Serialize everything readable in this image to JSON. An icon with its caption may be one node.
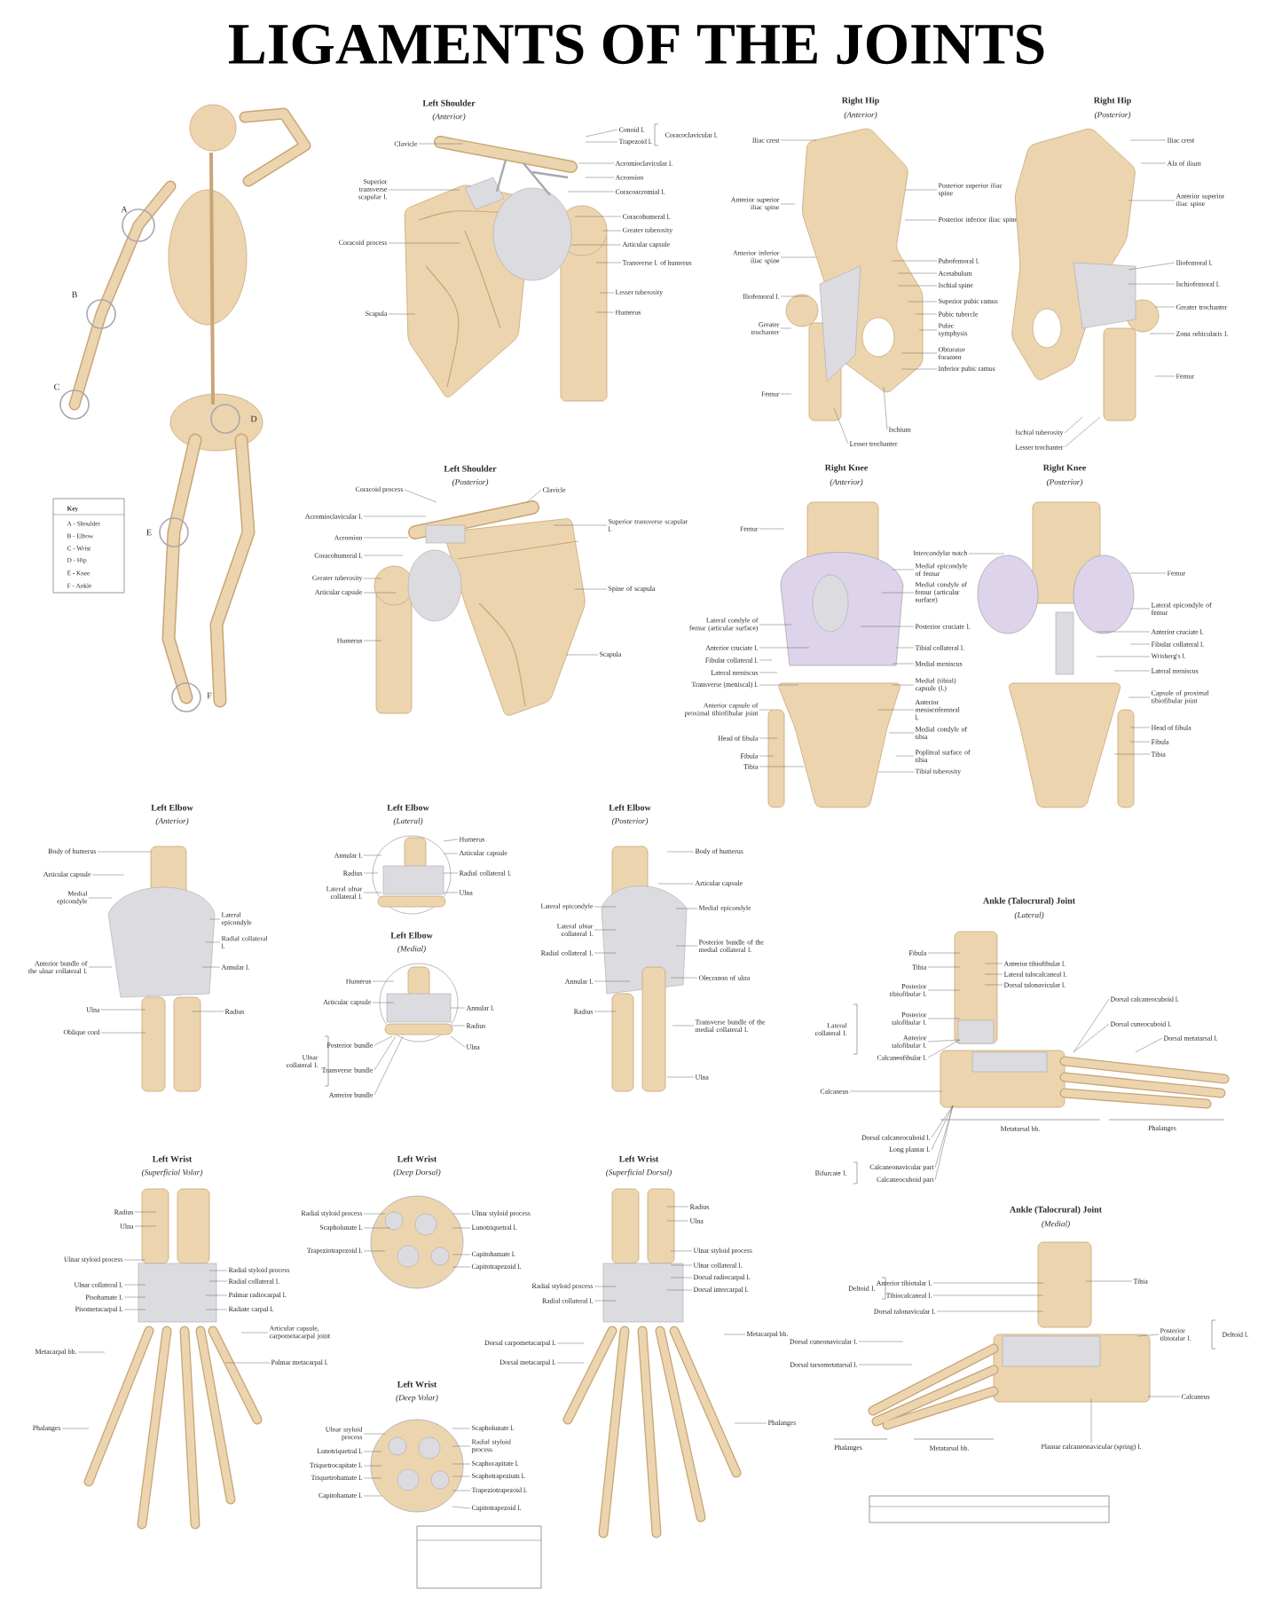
{
  "diagram": {
    "title": "LIGAMENTS OF THE JOINTS",
    "nodes": [
      {
        "text": [
          "Clavicle"
        ]
      },
      {
        "text": [
          "Conoid l."
        ]
      },
      {
        "text": [
          "Trapezoid l."
        ]
      },
      {
        "text": [
          "Acromioclavicular l."
        ]
      },
      {
        "text": [
          "Acromion"
        ]
      },
      {
        "text": [
          "Coracoacromial l."
        ]
      },
      {
        "text": [
          "Coracohumeral l."
        ]
      },
      {
        "text": [
          "Greater tuberosity"
        ]
      },
      {
        "text": [
          "Articular capsule"
        ]
      },
      {
        "text": [
          "Transverse l. of humerus"
        ]
      },
      {
        "text": [
          "Lesser tuberosity"
        ]
      },
      {
        "text": [
          "Humerus"
        ]
      },
      {
        "text": [
          "Superior transverse scapular l."
        ]
      },
      {
        "text": [
          "Coracoid process"
        ]
      },
      {
        "text": [
          "Scapula"
        ]
      },
      {
        "text": [
          "Iliac crest"
        ]
      },
      {
        "text": [
          "Anterior superior iliac spine"
        ]
      },
      {
        "text": [
          "Anterior inferior iliac spine"
        ]
      },
      {
        "text": [
          "Iliofemoral l."
        ]
      },
      {
        "text": [
          "Greater trochanter"
        ]
      },
      {
        "text": [
          "Femur"
        ]
      },
      {
        "text": [
          "Posterior superior iliac spine"
        ]
      },
      {
        "text": [
          "Posterior inferior iliac spine"
        ]
      },
      {
        "text": [
          "Pubofemoral l."
        ]
      },
      {
        "text": [
          "Acetabulum"
        ]
      },
      {
        "text": [
          "Ischial spine"
        ]
      },
      {
        "text": [
          "Superior pubic ramus"
        ]
      },
      {
        "text": [
          "Pubic tubercle"
        ]
      },
      {
        "text": [
          "Pubic symphysis"
        ]
      },
      {
        "text": [
          "Obturator foramen"
        ]
      },
      {
        "text": [
          "Inferior pubic ramus"
        ]
      },
      {
        "text": [
          "Ischium"
        ]
      },
      {
        "text": [
          "Lesser trochanter"
        ]
      },
      {
        "text": [
          "Iliac crest"
        ]
      },
      {
        "text": [
          "Ala of ilium"
        ]
      },
      {
        "text": [
          "Anterior superior iliac spine"
        ]
      },
      {
        "text": [
          "Iliofemoral l."
        ]
      },
      {
        "text": [
          "Ischiofemoral l."
        ]
      },
      {
        "text": [
          "Greater trochanter"
        ]
      },
      {
        "text": [
          "Zona orbicularis l."
        ]
      },
      {
        "text": [
          "Femur"
        ]
      },
      {
        "text": [
          "Ischial tuberosity"
        ]
      },
      {
        "text": [
          "Lesser trochanter"
        ]
      },
      {
        "text": [
          "Coracoid process"
        ]
      },
      {
        "text": [
          "Acromioclavicular l."
        ]
      },
      {
        "text": [
          "Acromion"
        ]
      },
      {
        "text": [
          "Coracohumeral l."
        ]
      },
      {
        "text": [
          "Greater tuberosity"
        ]
      },
      {
        "text": [
          "Articular capsule"
        ]
      },
      {
        "text": [
          "Humerus"
        ]
      },
      {
        "text": [
          "Clavicle"
        ]
      },
      {
        "text": [
          "Superior transverse scapular l."
        ]
      },
      {
        "text": [
          "Spine of scapula"
        ]
      },
      {
        "text": [
          "Scapula"
        ]
      },
      {
        "text": [
          "Femur"
        ]
      },
      {
        "text": [
          "Lateral condyle of femur (articular surface)"
        ]
      },
      {
        "text": [
          "Anterior cruciate l."
        ]
      },
      {
        "text": [
          "Fibular collateral l."
        ]
      },
      {
        "text": [
          "Lateral meniscus"
        ]
      },
      {
        "text": [
          "Transverse (meniscal) l."
        ]
      },
      {
        "text": [
          "Anterior capsule of proximal tibiofibular joint"
        ]
      },
      {
        "text": [
          "Head of fibula"
        ]
      },
      {
        "text": [
          "Fibula"
        ]
      },
      {
        "text": [
          "Tibia"
        ]
      },
      {
        "text": [
          "Intercondylar notch"
        ]
      },
      {
        "text": [
          "Medial epicondyle of femur"
        ]
      },
      {
        "text": [
          "Medial condyle of femur (articular surface)"
        ]
      },
      {
        "text": [
          "Posterior cruciate l."
        ]
      },
      {
        "text": [
          "Tibial collateral l."
        ]
      },
      {
        "text": [
          "Medial meniscus"
        ]
      },
      {
        "text": [
          "Medial (tibial) capsule (l.)"
        ]
      },
      {
        "text": [
          "Anterior meniscofemoral l."
        ]
      },
      {
        "text": [
          "Medial condyle of tibia"
        ]
      },
      {
        "text": [
          "Popliteal surface of tibia"
        ]
      },
      {
        "text": [
          "Tibial tuberosity"
        ]
      },
      {
        "text": [
          "Femur"
        ]
      },
      {
        "text": [
          "Lateral epicondyle of femur"
        ]
      },
      {
        "text": [
          "Anterior cruciate l."
        ]
      },
      {
        "text": [
          "Fibular collateral l."
        ]
      },
      {
        "text": [
          "Wrisberg's l."
        ]
      },
      {
        "text": [
          "Lateral meniscus"
        ]
      },
      {
        "text": [
          "Capsule of proximal tibiofibular joint"
        ]
      },
      {
        "text": [
          "Head of fibula"
        ]
      },
      {
        "text": [
          "Fibula"
        ]
      },
      {
        "text": [
          "Tibia"
        ]
      },
      {
        "text": [
          "Body of humerus"
        ]
      },
      {
        "text": [
          "Articular capsule"
        ]
      },
      {
        "text": [
          "Medial epicondyle"
        ]
      },
      {
        "text": [
          "Anterior bundle of the ulnar collateral l."
        ]
      },
      {
        "text": [
          "Ulna"
        ]
      },
      {
        "text": [
          "Oblique cord"
        ]
      },
      {
        "text": [
          "Lateral epicondyle"
        ]
      },
      {
        "text": [
          "Radial collateral l."
        ]
      },
      {
        "text": [
          "Annular l."
        ]
      },
      {
        "text": [
          "Radius"
        ]
      },
      {
        "text": [
          "Annular l."
        ]
      },
      {
        "text": [
          "Radius"
        ]
      },
      {
        "text": [
          "Lateral ulnar collateral l."
        ]
      },
      {
        "text": [
          "Humerus"
        ]
      },
      {
        "text": [
          "Articular capsule"
        ]
      },
      {
        "text": [
          "Radial collateral l."
        ]
      },
      {
        "text": [
          "Ulna"
        ]
      },
      {
        "text": [
          "Body of humerus"
        ]
      },
      {
        "text": [
          "Articular capsule"
        ]
      },
      {
        "text": [
          "Medial epicondyle"
        ]
      },
      {
        "text": [
          "Posterior bundle of the medial collateral l."
        ]
      },
      {
        "text": [
          "Olecranon of ulna"
        ]
      },
      {
        "text": [
          "Transverse bundle of the medial collateral l."
        ]
      },
      {
        "text": [
          "Ulna"
        ]
      },
      {
        "text": [
          "Lateral epicondyle"
        ]
      },
      {
        "text": [
          "Lateral ulnar collateral l."
        ]
      },
      {
        "text": [
          "Radial collateral l."
        ]
      },
      {
        "text": [
          "Annular l."
        ]
      },
      {
        "text": [
          "Radius"
        ]
      },
      {
        "text": [
          "Humerus"
        ]
      },
      {
        "text": [
          "Articular capsule"
        ]
      },
      {
        "text": [
          "Posterior bundle"
        ]
      },
      {
        "text": [
          "Transverse bundle"
        ]
      },
      {
        "text": [
          "Anterior bundle"
        ]
      },
      {
        "text": [
          "Annular l."
        ]
      },
      {
        "text": [
          "Radius"
        ]
      },
      {
        "text": [
          "Ulna"
        ]
      },
      {
        "text": [
          "Fibula"
        ]
      },
      {
        "text": [
          "Tibia"
        ]
      },
      {
        "text": [
          "Posterior tibiofibular l."
        ]
      },
      {
        "text": [
          "Posterior talofibular l."
        ]
      },
      {
        "text": [
          "Anterior talofibular l."
        ]
      },
      {
        "text": [
          "Calcaneofibular l."
        ]
      },
      {
        "text": [
          "Calcaneus"
        ]
      },
      {
        "text": [
          "Anterior tibiofibular l."
        ]
      },
      {
        "text": [
          "Lateral talocalcaneal l."
        ]
      },
      {
        "text": [
          "Dorsal talonavicular l."
        ]
      },
      {
        "text": [
          "Dorsal calcaneocuboid l."
        ]
      },
      {
        "text": [
          "Dorsal cuneocuboid l."
        ]
      },
      {
        "text": [
          "Dorsal metatarsal l."
        ]
      },
      {
        "text": [
          "Dorsal calcaneocuboid l."
        ]
      },
      {
        "text": [
          "Long plantar l."
        ]
      },
      {
        "text": [
          "Calcaneonavicular part"
        ]
      },
      {
        "text": [
          "Calcaneocuboid part"
        ]
      },
      {
        "text": [
          "Anterior tibiotalar l."
        ]
      },
      {
        "text": [
          "Tibiocalcaneal l."
        ]
      },
      {
        "text": [
          "Dorsal talonavicular l."
        ]
      },
      {
        "text": [
          "Dorsal cuneonavicular l."
        ]
      },
      {
        "text": [
          "Dorsal tarsometatarsal l."
        ]
      },
      {
        "text": [
          "Tibia"
        ]
      },
      {
        "text": [
          "Posterior tibiotalar l."
        ]
      },
      {
        "text": [
          "Calcaneus"
        ]
      },
      {
        "text": [
          "Plantar calcaneonavicular (spring) l."
        ]
      },
      {
        "text": [
          "Radius"
        ]
      },
      {
        "text": [
          "Ulna"
        ]
      },
      {
        "text": [
          "Ulnar styloid process"
        ]
      },
      {
        "text": [
          "Ulnar collateral l."
        ]
      },
      {
        "text": [
          "Pisohamate l."
        ]
      },
      {
        "text": [
          "Pisometacarpal l."
        ]
      },
      {
        "text": [
          "Metacarpal bb."
        ]
      },
      {
        "text": [
          "Phalanges"
        ]
      },
      {
        "text": [
          "Radial styloid process"
        ]
      },
      {
        "text": [
          "Radial collateral l."
        ]
      },
      {
        "text": [
          "Palmar radiocarpal l."
        ]
      },
      {
        "text": [
          "Radiate carpal l."
        ]
      },
      {
        "text": [
          "Articular capsule, carpometacarpal joint"
        ]
      },
      {
        "text": [
          "Palmar metacarpal l."
        ]
      },
      {
        "text": [
          "Radial styloid process"
        ]
      },
      {
        "text": [
          "Scapholunate l."
        ]
      },
      {
        "text": [
          "Trapeziotrapezoid l."
        ]
      },
      {
        "text": [
          "Ulnar styloid process"
        ]
      },
      {
        "text": [
          "Lunotriquetral l."
        ]
      },
      {
        "text": [
          "Capitohamate l."
        ]
      },
      {
        "text": [
          "Capitotrapezoid l."
        ]
      },
      {
        "text": [
          "Radius"
        ]
      },
      {
        "text": [
          "Ulna"
        ]
      },
      {
        "text": [
          "Ulnar styloid process"
        ]
      },
      {
        "text": [
          "Ulnar collateral l."
        ]
      },
      {
        "text": [
          "Dorsal radiocarpal l."
        ]
      },
      {
        "text": [
          "Dorsal intercarpal l."
        ]
      },
      {
        "text": [
          "Metacarpal bb."
        ]
      },
      {
        "text": [
          "Phalanges"
        ]
      },
      {
        "text": [
          "Radial styloid process"
        ]
      },
      {
        "text": [
          "Radial collateral l."
        ]
      },
      {
        "text": [
          "Dorsal carpometacarpal l."
        ]
      },
      {
        "text": [
          "Dorsal metacarpal l."
        ]
      },
      {
        "text": [
          "Ulnar styloid process"
        ]
      },
      {
        "text": [
          "Lunotriquetral l."
        ]
      },
      {
        "text": [
          "Triquetrocapitate l."
        ]
      },
      {
        "text": [
          "Triquetrohamate l."
        ]
      },
      {
        "text": [
          "Capitohamate l."
        ]
      },
      {
        "text": [
          "Scapholunate l."
        ]
      },
      {
        "text": [
          "Radial styloid process"
        ]
      },
      {
        "text": [
          "Scaphocapitate l."
        ]
      },
      {
        "text": [
          "Scaphotrapezium l."
        ]
      },
      {
        "text": [
          "Trapeziotrapezoid l."
        ]
      },
      {
        "text": [
          "Capitotrapezoid l."
        ]
      },
      {
        "text": [],
        "shape": "picture",
        "beside": [
          "Left Shoulder",
          "(Anterior)"
        ]
      },
      {
        "text": [],
        "shape": "picture",
        "beside": [
          "Right Hip",
          "(Anterior)"
        ]
      },
      {
        "text": [],
        "shape": "picture",
        "beside": [
          "Right Hip",
          "(Posterior)"
        ]
      },
      {
        "text": [],
        "shape": "picture",
        "beside": [
          "Left Shoulder",
          "(Posterior)"
        ]
      },
      {
        "text": [],
        "shape": "picture",
        "beside": [
          "Right Knee",
          "(Anterior)"
        ]
      },
      {
        "text": [],
        "shape": "picture",
        "beside": [
          "Right Knee",
          "(Posterior)"
        ]
      },
      {
        "text": [],
        "shape": "picture",
        "beside": [
          "Left Elbow",
          "(Anterior)"
        ]
      },
      {
        "text": [],
        "shape": "picture",
        "beside": [
          "Left Elbow",
          "(Lateral)"
        ]
      },
      {
        "text": [],
        "shape": "picture",
        "beside": [
          "Left Elbow",
          "(Posterior)"
        ]
      },
      {
        "text": [],
        "shape": "picture",
        "beside": [
          "Left Elbow",
          "(Medial)"
        ]
      },
      {
        "text": [],
        "shape": "picture",
        "beside": [
          "Ankle (Talocrural) Joint",
          "(Lateral)"
        ]
      },
      {
        "text": [],
        "shape": "picture"
      },
      {
        "text": [],
        "shape": "picture",
        "beside": [
          "Ankle (Talocrural) Joint",
          "(Medial)"
        ]
      },
      {
        "text": [],
        "shape": "picture"
      },
      {
        "text": [],
        "shape": "picture",
        "beside": [
          "Left Wrist",
          "(Superficial Volar)"
        ]
      },
      {
        "text": [],
        "shape": "picture"
      },
      {
        "text": [],
        "shape": "picture",
        "beside": [
          "Left Wrist",
          "(Deep Dorsal)"
        ]
      },
      {
        "text": [],
        "shape": "picture",
        "beside": [
          "Left Wrist",
          "(Superficial Dorsal)"
        ]
      },
      {
        "text": [],
        "shape": "picture"
      },
      {
        "text": [],
        "shape": "picture",
        "beside": [
          "Left Wrist",
          "(Deep Volar)"
        ]
      }
    ],
    "edges": [
      {
        "from": 0,
        "to": 192,
        "arrow": "none"
      },
      {
        "from": 1,
        "to": 192,
        "arrow": "none"
      },
      {
        "from": 2,
        "to": 192,
        "arrow": "none"
      },
      {
        "from": 3,
        "to": 192,
        "arrow": "none"
      },
      {
        "from": 4,
        "to": 192,
        "arrow": "none"
      },
      {
        "from": 5,
        "to": 192,
        "arrow": "none"
      },
      {
        "from": 6,
        "to": 192,
        "arrow": "none"
      },
      {
        "from": 7,
        "to": 192,
        "arrow": "none"
      },
      {
        "from": 8,
        "to": 192,
        "arrow": "none"
      },
      {
        "from": 9,
        "to": 192,
        "arrow": "none"
      },
      {
        "from": 10,
        "to": 192,
        "arrow": "none"
      },
      {
        "from": 11,
        "to": 192,
        "arrow": "none"
      },
      {
        "from": 12,
        "to": 192,
        "arrow": "none"
      },
      {
        "from": 13,
        "to": 192,
        "arrow": "none"
      },
      {
        "from": 14,
        "to": 192,
        "arrow": "none"
      },
      {
        "from": 15,
        "to": 193,
        "arrow": "none"
      },
      {
        "from": 16,
        "to": 193,
        "arrow": "none"
      },
      {
        "from": 17,
        "to": 193,
        "arrow": "none"
      },
      {
        "from": 18,
        "to": 193,
        "arrow": "none"
      },
      {
        "from": 19,
        "to": 193,
        "arrow": "none"
      },
      {
        "from": 20,
        "to": 193,
        "arrow": "none"
      },
      {
        "from": 21,
        "to": 193,
        "arrow": "none"
      },
      {
        "from": 22,
        "to": 193,
        "arrow": "none"
      },
      {
        "from": 23,
        "to": 193,
        "arrow": "none"
      },
      {
        "from": 24,
        "to": 193,
        "arrow": "none"
      },
      {
        "from": 25,
        "to": 193,
        "arrow": "none"
      },
      {
        "from": 26,
        "to": 193,
        "arrow": "none"
      },
      {
        "from": 27,
        "to": 193,
        "arrow": "none"
      },
      {
        "from": 28,
        "to": 193,
        "arrow": "none"
      },
      {
        "from": 29,
        "to": 193,
        "arrow": "none"
      },
      {
        "from": 30,
        "to": 193,
        "arrow": "none"
      },
      {
        "from": 31,
        "to": 193,
        "arrow": "none"
      },
      {
        "from": 32,
        "to": 193,
        "arrow": "none"
      },
      {
        "from": 33,
        "to": 194,
        "arrow": "none"
      },
      {
        "from": 34,
        "to": 194,
        "arrow": "none"
      },
      {
        "from": 35,
        "to": 194,
        "arrow": "none"
      },
      {
        "from": 36,
        "to": 194,
        "arrow": "none"
      },
      {
        "from": 37,
        "to": 194,
        "arrow": "none"
      },
      {
        "from": 38,
        "to": 194,
        "arrow": "none"
      },
      {
        "from": 39,
        "to": 194,
        "arrow": "none"
      },
      {
        "from": 40,
        "to": 194,
        "arrow": "none"
      },
      {
        "from": 41,
        "to": 194,
        "arrow": "none"
      },
      {
        "from": 42,
        "to": 194,
        "arrow": "none"
      },
      {
        "from": 43,
        "to": 195,
        "arrow": "none"
      },
      {
        "from": 44,
        "to": 195,
        "arrow": "none"
      },
      {
        "from": 45,
        "to": 195,
        "arrow": "none"
      },
      {
        "from": 46,
        "to": 195,
        "arrow": "none"
      },
      {
        "from": 47,
        "to": 195,
        "arrow": "none"
      },
      {
        "from": 48,
        "to": 195,
        "arrow": "none"
      },
      {
        "from": 49,
        "to": 195,
        "arrow": "none"
      },
      {
        "from": 50,
        "to": 195,
        "arrow": "none"
      },
      {
        "from": 51,
        "to": 195,
        "arrow": "none"
      },
      {
        "from": 52,
        "to": 195,
        "arrow": "none"
      },
      {
        "from": 53,
        "to": 195,
        "arrow": "none"
      },
      {
        "from": 54,
        "to": 196,
        "arrow": "none"
      },
      {
        "from": 55,
        "to": 196,
        "arrow": "none"
      },
      {
        "from": 56,
        "to": 196,
        "arrow": "none"
      },
      {
        "from": 57,
        "to": 196,
        "arrow": "none"
      },
      {
        "from": 58,
        "to": 196,
        "arrow": "none"
      },
      {
        "from": 59,
        "to": 196,
        "arrow": "none"
      },
      {
        "from": 60,
        "to": 196,
        "arrow": "none"
      },
      {
        "from": 61,
        "to": 196,
        "arrow": "none"
      },
      {
        "from": 62,
        "to": 196,
        "arrow": "none"
      },
      {
        "from": 63,
        "to": 196,
        "arrow": "none"
      },
      {
        "from": 64,
        "to": 197,
        "arrow": "none"
      },
      {
        "from": 65,
        "to": 196,
        "arrow": "none"
      },
      {
        "from": 66,
        "to": 196,
        "arrow": "none"
      },
      {
        "from": 67,
        "to": 196,
        "arrow": "none"
      },
      {
        "from": 68,
        "to": 196,
        "arrow": "none"
      },
      {
        "from": 69,
        "to": 196,
        "arrow": "none"
      },
      {
        "from": 70,
        "to": 196,
        "arrow": "none"
      },
      {
        "from": 71,
        "to": 196,
        "arrow": "none"
      },
      {
        "from": 72,
        "to": 196,
        "arrow": "none"
      },
      {
        "from": 73,
        "to": 196,
        "arrow": "none"
      },
      {
        "from": 74,
        "to": 196,
        "arrow": "none"
      },
      {
        "from": 75,
        "to": 197,
        "arrow": "none"
      },
      {
        "from": 76,
        "to": 197,
        "arrow": "none"
      },
      {
        "from": 77,
        "to": 197,
        "arrow": "none"
      },
      {
        "from": 78,
        "to": 197,
        "arrow": "none"
      },
      {
        "from": 79,
        "to": 197,
        "arrow": "none"
      },
      {
        "from": 80,
        "to": 197,
        "arrow": "none"
      },
      {
        "from": 81,
        "to": 197,
        "arrow": "none"
      },
      {
        "from": 82,
        "to": 197,
        "arrow": "none"
      },
      {
        "from": 83,
        "to": 197,
        "arrow": "none"
      },
      {
        "from": 84,
        "to": 197,
        "arrow": "none"
      },
      {
        "from": 85,
        "to": 198,
        "arrow": "none"
      },
      {
        "from": 86,
        "to": 198,
        "arrow": "none"
      },
      {
        "from": 87,
        "to": 198,
        "arrow": "none"
      },
      {
        "from": 88,
        "to": 198,
        "arrow": "none"
      },
      {
        "from": 89,
        "to": 198,
        "arrow": "none"
      },
      {
        "from": 90,
        "to": 198,
        "arrow": "none"
      },
      {
        "from": 91,
        "to": 198,
        "arrow": "none"
      },
      {
        "from": 92,
        "to": 198,
        "arrow": "none"
      },
      {
        "from": 93,
        "to": 198,
        "arrow": "none"
      },
      {
        "from": 94,
        "to": 198,
        "arrow": "none"
      },
      {
        "from": 95,
        "to": 199,
        "arrow": "none"
      },
      {
        "from": 96,
        "to": 199,
        "arrow": "none"
      },
      {
        "from": 97,
        "to": 199,
        "arrow": "none"
      },
      {
        "from": 98,
        "to": 199,
        "arrow": "none"
      },
      {
        "from": 99,
        "to": 199,
        "arrow": "none"
      },
      {
        "from": 100,
        "to": 199,
        "arrow": "none"
      },
      {
        "from": 101,
        "to": 199,
        "arrow": "none"
      },
      {
        "from": 102,
        "to": 200,
        "arrow": "none"
      },
      {
        "from": 103,
        "to": 200,
        "arrow": "none"
      },
      {
        "from": 104,
        "to": 200,
        "arrow": "none"
      },
      {
        "from": 105,
        "to": 200,
        "arrow": "none"
      },
      {
        "from": 106,
        "to": 200,
        "arrow": "none"
      },
      {
        "from": 107,
        "to": 200,
        "arrow": "none"
      },
      {
        "from": 108,
        "to": 200,
        "arrow": "none"
      },
      {
        "from": 109,
        "to": 200,
        "arrow": "none"
      },
      {
        "from": 110,
        "to": 200,
        "arrow": "none"
      },
      {
        "from": 111,
        "to": 200,
        "arrow": "none"
      },
      {
        "from": 112,
        "to": 200,
        "arrow": "none"
      },
      {
        "from": 113,
        "to": 200,
        "arrow": "none"
      },
      {
        "from": 114,
        "to": 201,
        "arrow": "none"
      },
      {
        "from": 115,
        "to": 201,
        "arrow": "none"
      },
      {
        "from": 116,
        "to": 201,
        "arrow": "none"
      },
      {
        "from": 117,
        "to": 201,
        "arrow": "none"
      },
      {
        "from": 118,
        "to": 201,
        "arrow": "none"
      },
      {
        "from": 119,
        "to": 201,
        "arrow": "none"
      },
      {
        "from": 120,
        "to": 201,
        "arrow": "none"
      },
      {
        "from": 121,
        "to": 201,
        "arrow": "none"
      },
      {
        "from": 122,
        "to": 202,
        "arrow": "none"
      },
      {
        "from": 123,
        "to": 202,
        "arrow": "none"
      },
      {
        "from": 124,
        "to": 202,
        "arrow": "none"
      },
      {
        "from": 125,
        "to": 202,
        "arrow": "none"
      },
      {
        "from": 126,
        "to": 202,
        "arrow": "none"
      },
      {
        "from": 127,
        "to": 202,
        "arrow": "none"
      },
      {
        "from": 128,
        "to": 203,
        "arrow": "none"
      },
      {
        "from": 129,
        "to": 202,
        "arrow": "none"
      },
      {
        "from": 130,
        "to": 202,
        "arrow": "none"
      },
      {
        "from": 131,
        "to": 202,
        "arrow": "none"
      },
      {
        "from": 132,
        "to": 203,
        "arrow": "none"
      },
      {
        "from": 133,
        "to": 203,
        "arrow": "none"
      },
      {
        "from": 134,
        "to": 203,
        "arrow": "none"
      },
      {
        "from": 135,
        "to": 203,
        "arrow": "none"
      },
      {
        "from": 136,
        "to": 203,
        "arrow": "none"
      },
      {
        "from": 137,
        "to": 203,
        "arrow": "none"
      },
      {
        "from": 138,
        "to": 203,
        "arrow": "none"
      },
      {
        "from": 139,
        "to": 204,
        "arrow": "none"
      },
      {
        "from": 140,
        "to": 204,
        "arrow": "none"
      },
      {
        "from": 141,
        "to": 204,
        "arrow": "none"
      },
      {
        "from": 142,
        "to": 205,
        "arrow": "none"
      },
      {
        "from": 143,
        "to": 205,
        "arrow": "none"
      },
      {
        "from": 144,
        "to": 204,
        "arrow": "none"
      },
      {
        "from": 145,
        "to": 205,
        "arrow": "none"
      },
      {
        "from": 146,
        "to": 205,
        "arrow": "none"
      },
      {
        "from": 147,
        "to": 205,
        "arrow": "none"
      },
      {
        "from": 148,
        "to": 206,
        "arrow": "none"
      },
      {
        "from": 149,
        "to": 206,
        "arrow": "none"
      },
      {
        "from": 150,
        "to": 206,
        "arrow": "none"
      },
      {
        "from": 151,
        "to": 206,
        "arrow": "none"
      },
      {
        "from": 152,
        "to": 206,
        "arrow": "none"
      },
      {
        "from": 153,
        "to": 206,
        "arrow": "none"
      },
      {
        "from": 154,
        "to": 207,
        "arrow": "none"
      },
      {
        "from": 155,
        "to": 207,
        "arrow": "none"
      },
      {
        "from": 156,
        "to": 206,
        "arrow": "none"
      },
      {
        "from": 157,
        "to": 206,
        "arrow": "none"
      },
      {
        "from": 158,
        "to": 206,
        "arrow": "none"
      },
      {
        "from": 159,
        "to": 206,
        "arrow": "none"
      },
      {
        "from": 160,
        "to": 207,
        "arrow": "none"
      },
      {
        "from": 161,
        "to": 207,
        "arrow": "none"
      },
      {
        "from": 162,
        "to": 208,
        "arrow": "none"
      },
      {
        "from": 163,
        "to": 208,
        "arrow": "none"
      },
      {
        "from": 164,
        "to": 208,
        "arrow": "none"
      },
      {
        "from": 165,
        "to": 208,
        "arrow": "none"
      },
      {
        "from": 166,
        "to": 208,
        "arrow": "none"
      },
      {
        "from": 167,
        "to": 208,
        "arrow": "none"
      },
      {
        "from": 168,
        "to": 208,
        "arrow": "none"
      },
      {
        "from": 169,
        "to": 209,
        "arrow": "none"
      },
      {
        "from": 170,
        "to": 209,
        "arrow": "none"
      },
      {
        "from": 171,
        "to": 209,
        "arrow": "none"
      },
      {
        "from": 172,
        "to": 209,
        "arrow": "none"
      },
      {
        "from": 173,
        "to": 209,
        "arrow": "none"
      },
      {
        "from": 174,
        "to": 209,
        "arrow": "none"
      },
      {
        "from": 175,
        "to": 210,
        "arrow": "none"
      },
      {
        "from": 176,
        "to": 210,
        "arrow": "none"
      },
      {
        "from": 177,
        "to": 209,
        "arrow": "none"
      },
      {
        "from": 178,
        "to": 209,
        "arrow": "none"
      },
      {
        "from": 179,
        "to": 210,
        "arrow": "none"
      },
      {
        "from": 180,
        "to": 210,
        "arrow": "none"
      },
      {
        "from": 181,
        "to": 211,
        "arrow": "none"
      },
      {
        "from": 182,
        "to": 211,
        "arrow": "none"
      },
      {
        "from": 183,
        "to": 211,
        "arrow": "none"
      },
      {
        "from": 184,
        "to": 211,
        "arrow": "none"
      },
      {
        "from": 185,
        "to": 211,
        "arrow": "none"
      },
      {
        "from": 186,
        "to": 211,
        "arrow": "none"
      },
      {
        "from": 187,
        "to": 211,
        "arrow": "none"
      },
      {
        "from": 188,
        "to": 211,
        "arrow": "none"
      },
      {
        "from": 189,
        "to": 211,
        "arrow": "none"
      },
      {
        "from": 190,
        "to": 211,
        "arrow": "none"
      },
      {
        "from": 191,
        "to": 211,
        "arrow": "none"
      }
    ],
    "labels": [
      "Coracoclavicular l.",
      "A",
      "B",
      "C",
      "D",
      "E",
      "F",
      "Key",
      "A - Shoulder",
      "B - Elbow",
      "C - Wrist",
      "D - Hip",
      "E - Knee",
      "F - Ankle",
      "Ulnar collateral l.",
      "Lateral collateral l.",
      "Metatarsal bb.",
      "Phalanges",
      "Bifurcate l.",
      "Deltoid l.",
      "Deltoid l.",
      "Phalanges",
      "Metatarsal bb."
    ]
  }
}
